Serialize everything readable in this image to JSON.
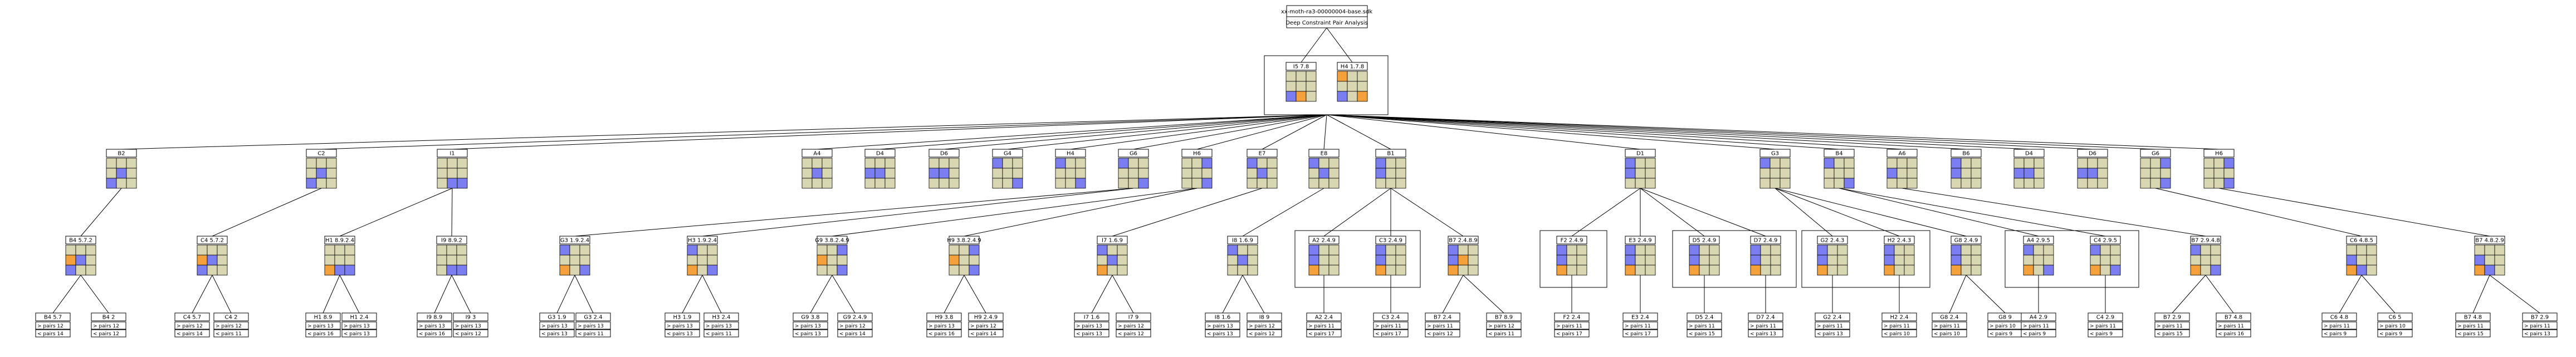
{
  "root": {
    "line1": "xx-moth-ra3-00000004-base.sdk",
    "line2": "Deep Constraint Pair Analysis"
  },
  "colors": {
    "tile": "#d9d6b2",
    "blue": "#7b7ef0",
    "orange": "#f5a13b",
    "border": "#000000"
  },
  "level1": [
    {
      "label": "I5 7.8",
      "cells": [
        "",
        "",
        "",
        "",
        "",
        "",
        "b:7",
        "o",
        ""
      ]
    },
    {
      "label": "H4 1.7.8",
      "cells": [
        "o",
        "",
        "",
        "",
        "",
        "",
        "b:7",
        "",
        "o"
      ]
    }
  ],
  "level2": [
    {
      "label": "B2",
      "cells": [
        "",
        "",
        "",
        "",
        "b:5",
        "",
        "b:7",
        "",
        ""
      ]
    },
    {
      "label": "C2",
      "cells": [
        "",
        "",
        "",
        "",
        "b:5",
        "",
        "b:7",
        "",
        ""
      ]
    },
    {
      "label": "I1",
      "cells": [
        "",
        "",
        "",
        "",
        "",
        "",
        "",
        "b:8",
        "b:9"
      ]
    },
    {
      "label": "A4",
      "cells": [
        "",
        "",
        "",
        "",
        "b:5",
        "",
        "",
        "",
        ""
      ]
    },
    {
      "label": "D4",
      "cells": [
        "",
        "",
        "",
        "b:5",
        "b:5",
        "",
        "",
        "",
        ""
      ]
    },
    {
      "label": "D6",
      "cells": [
        "",
        "",
        "",
        "b:5",
        "b:5",
        "",
        "",
        "",
        ""
      ]
    },
    {
      "label": "G4",
      "cells": [
        "b:2",
        "",
        "",
        "",
        "",
        "",
        "",
        "",
        "b:9"
      ]
    },
    {
      "label": "H4",
      "cells": [
        "b:1",
        "",
        "",
        "",
        "",
        "",
        "",
        "",
        "b:9"
      ]
    },
    {
      "label": "G6",
      "cells": [
        "b:2",
        "",
        "",
        "",
        "",
        "",
        "",
        "",
        "b:9"
      ]
    },
    {
      "label": "H6",
      "cells": [
        "",
        "",
        "b:3",
        "",
        "",
        "",
        "",
        "",
        "b:9"
      ]
    },
    {
      "label": "E7",
      "cells": [
        "b:1",
        "",
        "",
        "",
        "b:6",
        "",
        "",
        "",
        ""
      ]
    },
    {
      "label": "E8",
      "cells": [
        "b:1",
        "",
        "",
        "",
        "b:6",
        "",
        "",
        "",
        ""
      ]
    },
    {
      "label": "B1",
      "cells": [
        "b:2",
        "",
        "",
        "b:4",
        "",
        "",
        "",
        "",
        ""
      ]
    },
    {
      "label": "D1",
      "cells": [
        "b:2",
        "",
        "",
        "b:4",
        "",
        "",
        "",
        "",
        ""
      ]
    },
    {
      "label": "G3",
      "cells": [
        "b:2",
        "",
        "",
        "",
        "",
        "",
        "",
        "",
        ""
      ]
    },
    {
      "label": "B4",
      "cells": [
        "b:2",
        "",
        "",
        "",
        "",
        "",
        "",
        "",
        "b:9"
      ]
    },
    {
      "label": "A6",
      "cells": [
        "",
        "",
        "",
        "b:4",
        "",
        "",
        "",
        "",
        ""
      ]
    },
    {
      "label": "B6",
      "cells": [
        "b:2",
        "",
        "",
        "b:4",
        "",
        "",
        "",
        "",
        ""
      ]
    },
    {
      "label": "D4",
      "cells": [
        "",
        "",
        "",
        "b:4",
        "b:5",
        "",
        "",
        "",
        ""
      ]
    },
    {
      "label": "D6",
      "cells": [
        "",
        "",
        "",
        "b:4",
        "b:5",
        "",
        "",
        "",
        ""
      ]
    },
    {
      "label": "G6",
      "cells": [
        "",
        "",
        "b:3",
        "",
        "",
        "",
        "",
        "",
        "b:9"
      ]
    },
    {
      "label": "H6",
      "cells": [
        "",
        "",
        "b:3",
        "",
        "",
        "",
        "",
        "",
        "b:9"
      ]
    }
  ],
  "level3": [
    {
      "label": "B4 5.7.2",
      "cells": [
        "",
        "",
        "",
        "o",
        "b:5",
        "",
        "b:7",
        "",
        ""
      ]
    },
    {
      "label": "C4 5.7.2",
      "cells": [
        "",
        "",
        "",
        "o",
        "b:5",
        "",
        "b:7",
        "",
        ""
      ]
    },
    {
      "label": "H1 8.9.2.4",
      "cells": [
        "",
        "",
        "",
        "",
        "",
        "",
        "o",
        "b:8",
        "b:9"
      ]
    },
    {
      "label": "I9 8.9.2",
      "cells": [
        "",
        "",
        "",
        "",
        "",
        "",
        "",
        "b:8",
        "b:9"
      ]
    },
    {
      "label": "G3 1.9.2.4",
      "cells": [
        "b:1",
        "",
        "",
        "",
        "",
        "",
        "o",
        "",
        "b:9"
      ]
    },
    {
      "label": "H3 1.9.2.4",
      "cells": [
        "b:1",
        "",
        "",
        "",
        "",
        "",
        "o",
        "",
        "b:9"
      ]
    },
    {
      "label": "G9 3.8.2.4.9",
      "cells": [
        "",
        "",
        "b:3",
        "o",
        "",
        "",
        "",
        "",
        "b:9"
      ]
    },
    {
      "label": "H9 3.8.2.4.9",
      "cells": [
        "",
        "",
        "b:3",
        "o",
        "",
        "",
        "",
        "",
        "b:9"
      ]
    },
    {
      "label": "I7 1.6.9",
      "cells": [
        "b:1",
        "",
        "",
        "",
        "b:6",
        "",
        "o",
        "",
        ""
      ]
    },
    {
      "label": "I8 1.6.9",
      "cells": [
        "b:1",
        "",
        "",
        "",
        "b:6",
        "",
        "",
        "",
        ""
      ]
    },
    {
      "label": "A2 2.4.9",
      "cells": [
        "b:2",
        "",
        "",
        "b:4",
        "",
        "",
        "o",
        "",
        ""
      ]
    },
    {
      "label": "C3 2.4.9",
      "cells": [
        "b:2",
        "",
        "",
        "b:4",
        "",
        "",
        "o",
        "",
        ""
      ]
    },
    {
      "label": "B7 2.4.8.9",
      "cells": [
        "b:2",
        "",
        "",
        "b:4",
        "o",
        "",
        "o",
        "",
        ""
      ]
    },
    {
      "label": "F2 2.4.9",
      "cells": [
        "b:2",
        "",
        "",
        "b:4",
        "",
        "",
        "o",
        "",
        ""
      ]
    },
    {
      "label": "E3 2.4.9",
      "cells": [
        "b:2",
        "",
        "",
        "b:4",
        "",
        "",
        "o",
        "",
        ""
      ]
    },
    {
      "label": "D5 2.4.9",
      "cells": [
        "b:2",
        "",
        "",
        "b:4",
        "",
        "",
        "o",
        "",
        ""
      ]
    },
    {
      "label": "D7 2.4.9",
      "cells": [
        "b:2",
        "",
        "",
        "b:4",
        "",
        "",
        "o",
        "",
        ""
      ]
    },
    {
      "label": "G2 2.4.3",
      "cells": [
        "b:2",
        "",
        "",
        "b:4",
        "",
        "",
        "o",
        "",
        ""
      ]
    },
    {
      "label": "H2 2.4.3",
      "cells": [
        "b:2",
        "",
        "",
        "b:4",
        "",
        "",
        "o",
        "",
        ""
      ]
    },
    {
      "label": "G8 2.4.9",
      "cells": [
        "b:2",
        "",
        "",
        "b:4",
        "",
        "",
        "o",
        "",
        ""
      ]
    },
    {
      "label": "A4 2.9.5",
      "cells": [
        "b:2",
        "",
        "",
        "",
        "",
        "",
        "o",
        "",
        "b:9"
      ]
    },
    {
      "label": "C4 2.9.5",
      "cells": [
        "b:2",
        "",
        "",
        "",
        "",
        "",
        "o",
        "",
        "b:9"
      ]
    },
    {
      "label": "B7 2.9.4.8",
      "cells": [
        "b:2",
        "",
        "",
        "",
        "",
        "",
        "o",
        "",
        "b:9"
      ]
    },
    {
      "label": "C6 4.8.5",
      "cells": [
        "",
        "",
        "",
        "b:4",
        "",
        "",
        "o",
        "b:8",
        ""
      ]
    },
    {
      "label": "B7 4.8.2.9",
      "cells": [
        "",
        "",
        "",
        "b:4",
        "",
        "",
        "o",
        "b:8",
        ""
      ]
    }
  ],
  "leaves": [
    {
      "label": "B4 5.7",
      "rows": [
        "> pairs 12",
        "< pairs 14"
      ]
    },
    {
      "label": "B4 2",
      "rows": [
        "> pairs 12",
        "< pairs 12"
      ]
    },
    {
      "label": "C4 5.7",
      "rows": [
        "> pairs 12",
        "< pairs 14"
      ]
    },
    {
      "label": "C4 2",
      "rows": [
        "> pairs 12",
        "< pairs 11"
      ]
    },
    {
      "label": "H1 8.9",
      "rows": [
        "> pairs 13",
        "< pairs 16"
      ]
    },
    {
      "label": "H1 2.4",
      "rows": [
        "> pairs 13",
        "< pairs 13"
      ]
    },
    {
      "label": "I9 8.9",
      "rows": [
        "> pairs 13",
        "< pairs 16"
      ]
    },
    {
      "label": "I9 3",
      "rows": [
        "> pairs 13",
        "< pairs 12"
      ]
    },
    {
      "label": "G3 1.9",
      "rows": [
        "> pairs 13",
        "< pairs 13"
      ]
    },
    {
      "label": "G3 2.4",
      "rows": [
        "> pairs 13",
        "< pairs 11"
      ]
    },
    {
      "label": "H3 1.9",
      "rows": [
        "> pairs 13",
        "< pairs 13"
      ]
    },
    {
      "label": "H3 2.4",
      "rows": [
        "> pairs 13",
        "< pairs 11"
      ]
    },
    {
      "label": "G9 3.8",
      "rows": [
        "> pairs 13",
        "< pairs 13"
      ]
    },
    {
      "label": "G9 2.4.9",
      "rows": [
        "> pairs 12",
        "< pairs 14"
      ]
    },
    {
      "label": "H9 3.8",
      "rows": [
        "> pairs 13",
        "< pairs 16"
      ]
    },
    {
      "label": "H9 2.4.9",
      "rows": [
        "> pairs 12",
        "< pairs 14"
      ]
    },
    {
      "label": "I7 1.6",
      "rows": [
        "> pairs 13",
        "< pairs 13"
      ]
    },
    {
      "label": "I7 9",
      "rows": [
        "> pairs 12",
        "< pairs 12"
      ]
    },
    {
      "label": "I8 1.6",
      "rows": [
        "> pairs 13",
        "< pairs 13"
      ]
    },
    {
      "label": "I8 9",
      "rows": [
        "> pairs 12",
        "< pairs 12"
      ]
    },
    {
      "label": "A2 2.4",
      "rows": [
        "> pairs 11",
        "< pairs 17"
      ]
    },
    {
      "label": "C3 2.4",
      "rows": [
        "> pairs 11",
        "< pairs 17"
      ]
    },
    {
      "label": "B7 2.4",
      "rows": [
        "> pairs 11",
        "< pairs 12"
      ]
    },
    {
      "label": "B7 8.9",
      "rows": [
        "> pairs 12",
        "< pairs 11"
      ]
    },
    {
      "label": "F2 2.4",
      "rows": [
        "> pairs 11",
        "< pairs 17"
      ]
    },
    {
      "label": "E3 2.4",
      "rows": [
        "> pairs 11",
        "< pairs 17"
      ]
    },
    {
      "label": "D5 2.4",
      "rows": [
        "> pairs 11",
        "< pairs 15"
      ]
    },
    {
      "label": "D7 2.4",
      "rows": [
        "> pairs 11",
        "< pairs 13"
      ]
    },
    {
      "label": "G2 2.4",
      "rows": [
        "> pairs 11",
        "< pairs 13"
      ]
    },
    {
      "label": "H2 2.4",
      "rows": [
        "> pairs 11",
        "< pairs 10"
      ]
    },
    {
      "label": "G8 2.4",
      "rows": [
        "> pairs 11",
        "< pairs 10"
      ]
    },
    {
      "label": "G8 9",
      "rows": [
        "> pairs 10",
        "< pairs 9"
      ]
    },
    {
      "label": "A4 2.9",
      "rows": [
        "> pairs 11",
        "< pairs 9"
      ]
    },
    {
      "label": "C4 2.9",
      "rows": [
        "> pairs 11",
        "< pairs 9"
      ]
    },
    {
      "label": "B7 2.9",
      "rows": [
        "> pairs 11",
        "< pairs 15"
      ]
    },
    {
      "label": "B7 4.8",
      "rows": [
        "> pairs 11",
        "< pairs 16"
      ]
    },
    {
      "label": "C6 4.8",
      "rows": [
        "> pairs 11",
        "< pairs 9"
      ]
    },
    {
      "label": "C6 5",
      "rows": [
        "> pairs 10",
        "< pairs 9"
      ]
    },
    {
      "label": "B7 4.8",
      "rows": [
        "> pairs 11",
        "< pairs 15"
      ]
    },
    {
      "label": "B7 2.9",
      "rows": [
        "> pairs 11",
        "< pairs 13"
      ]
    }
  ]
}
